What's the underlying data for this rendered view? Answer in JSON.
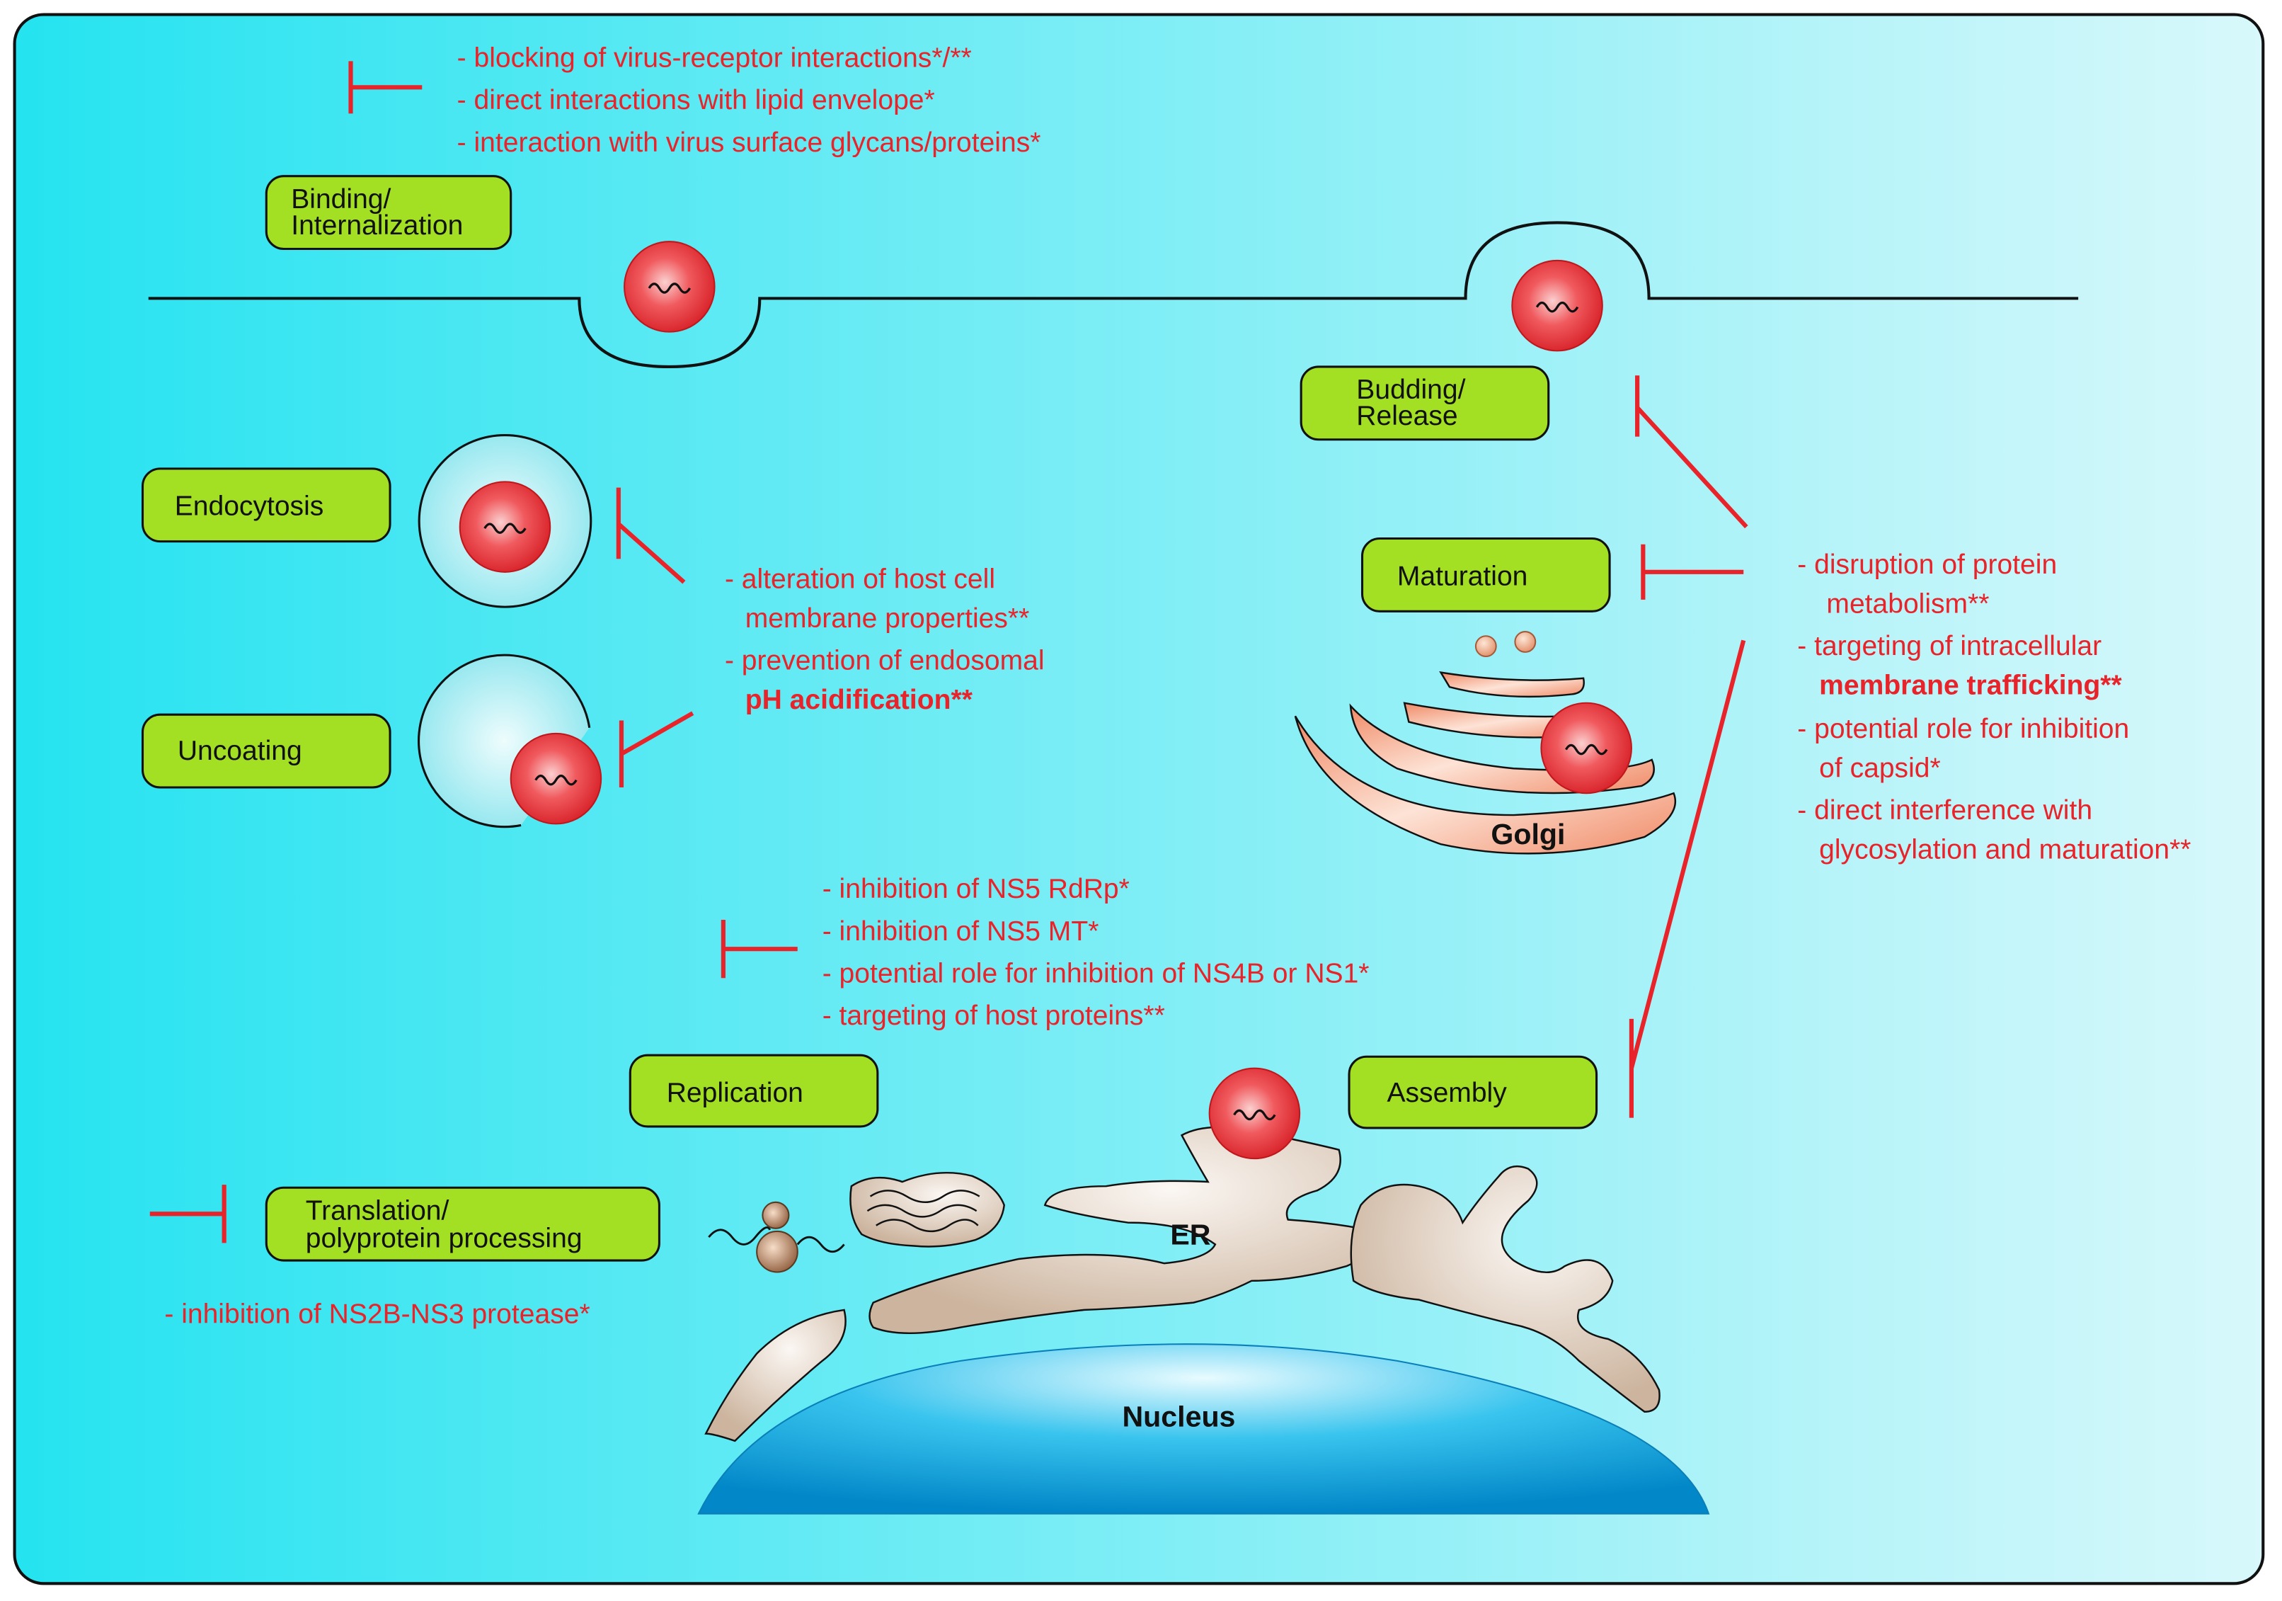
{
  "colors": {
    "cell_left": "#25e3f0",
    "cell_right": "#d8f8fb",
    "stage_fill": "#a3e024",
    "inhibitor": "#e8232a",
    "virus": "#e8232a",
    "er_fill": "#d9c6b4",
    "golgi_fill": "#f4a582",
    "nucleus": "#0aa5d8"
  },
  "stages": {
    "binding": "Binding/",
    "binding2": "Internalization",
    "endocytosis": "Endocytosis",
    "uncoating": "Uncoating",
    "translation": "Translation/",
    "translation2": "polyprotein processing",
    "replication": "Replication",
    "assembly": "Assembly",
    "maturation": "Maturation",
    "budding": "Budding/",
    "budding2": "Release"
  },
  "organelles": {
    "er": "ER",
    "golgi": "Golgi",
    "nucleus": "Nucleus"
  },
  "annotations": {
    "entry": [
      "- blocking of virus-receptor interactions*/**",
      "- direct interactions with lipid envelope*",
      "- interaction with virus surface glycans/proteins*"
    ],
    "endosome": [
      "-  alteration of host cell",
      "membrane properties**",
      "-  prevention of endosomal",
      "pH acidification**"
    ],
    "replication": [
      "- inhibition of NS5 RdRp*",
      "- inhibition of NS5 MT*",
      "- potential role for inhibition of NS4B or NS1*",
      "- targeting of host proteins**"
    ],
    "translation": "- inhibition of NS2B-NS3 protease*",
    "late": [
      "-  disruption of protein",
      "metabolism**",
      "- targeting of intracellular",
      "membrane trafficking**",
      "- potential role for inhibition",
      "of capsid*",
      "- direct interference with",
      "glycosylation and maturation**"
    ]
  }
}
